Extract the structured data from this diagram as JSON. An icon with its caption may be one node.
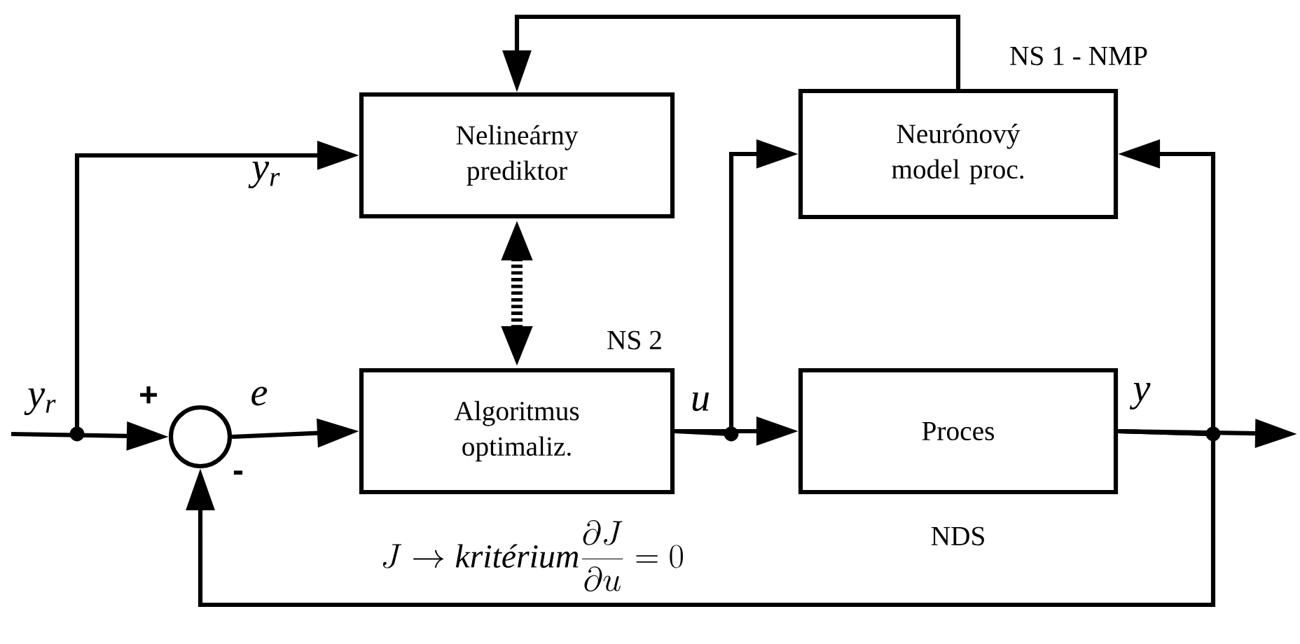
{
  "diagram": {
    "nodes": [
      {
        "text": [
          "Nelineárny prediktor"
        ]
      },
      {
        "text": [
          "Neurónový model proc."
        ],
        "beside": [
          "NS 1 - NMP"
        ]
      },
      {
        "text": [],
        "shape": "circle"
      },
      {
        "text": [
          "Algoritmus optimaliz."
        ],
        "beside": [
          "NS 2"
        ]
      },
      {
        "text": [
          "Proces"
        ],
        "beside": [
          "NDS"
        ]
      }
    ],
    "edges": [
      {
        "from": null,
        "to": 2,
        "arrow": "to",
        "label": "y$_{r}$"
      },
      {
        "from": null,
        "to": 0,
        "arrow": "to",
        "label": "y$_{r}$"
      },
      {
        "from": 2,
        "to": 3,
        "arrow": "to",
        "label": "e"
      },
      {
        "from": 3,
        "to": 4,
        "arrow": "to",
        "label": "u"
      },
      {
        "from": 3,
        "to": 1,
        "arrow": "to"
      },
      {
        "from": 4,
        "to": null,
        "arrow": "to",
        "label": "y"
      },
      {
        "from": 4,
        "to": 1,
        "arrow": "to"
      },
      {
        "from": 4,
        "to": 2,
        "arrow": "to"
      },
      {
        "from": 1,
        "to": 0,
        "arrow": "to"
      },
      {
        "from": 0,
        "to": 3,
        "arrow": "both",
        "style": "dashed"
      }
    ],
    "labels": [
      "+",
      "-",
      "J \\rightarrow \\textit{kritérium}\\frac{\\partial J}{\\partial u}=0"
    ]
  }
}
